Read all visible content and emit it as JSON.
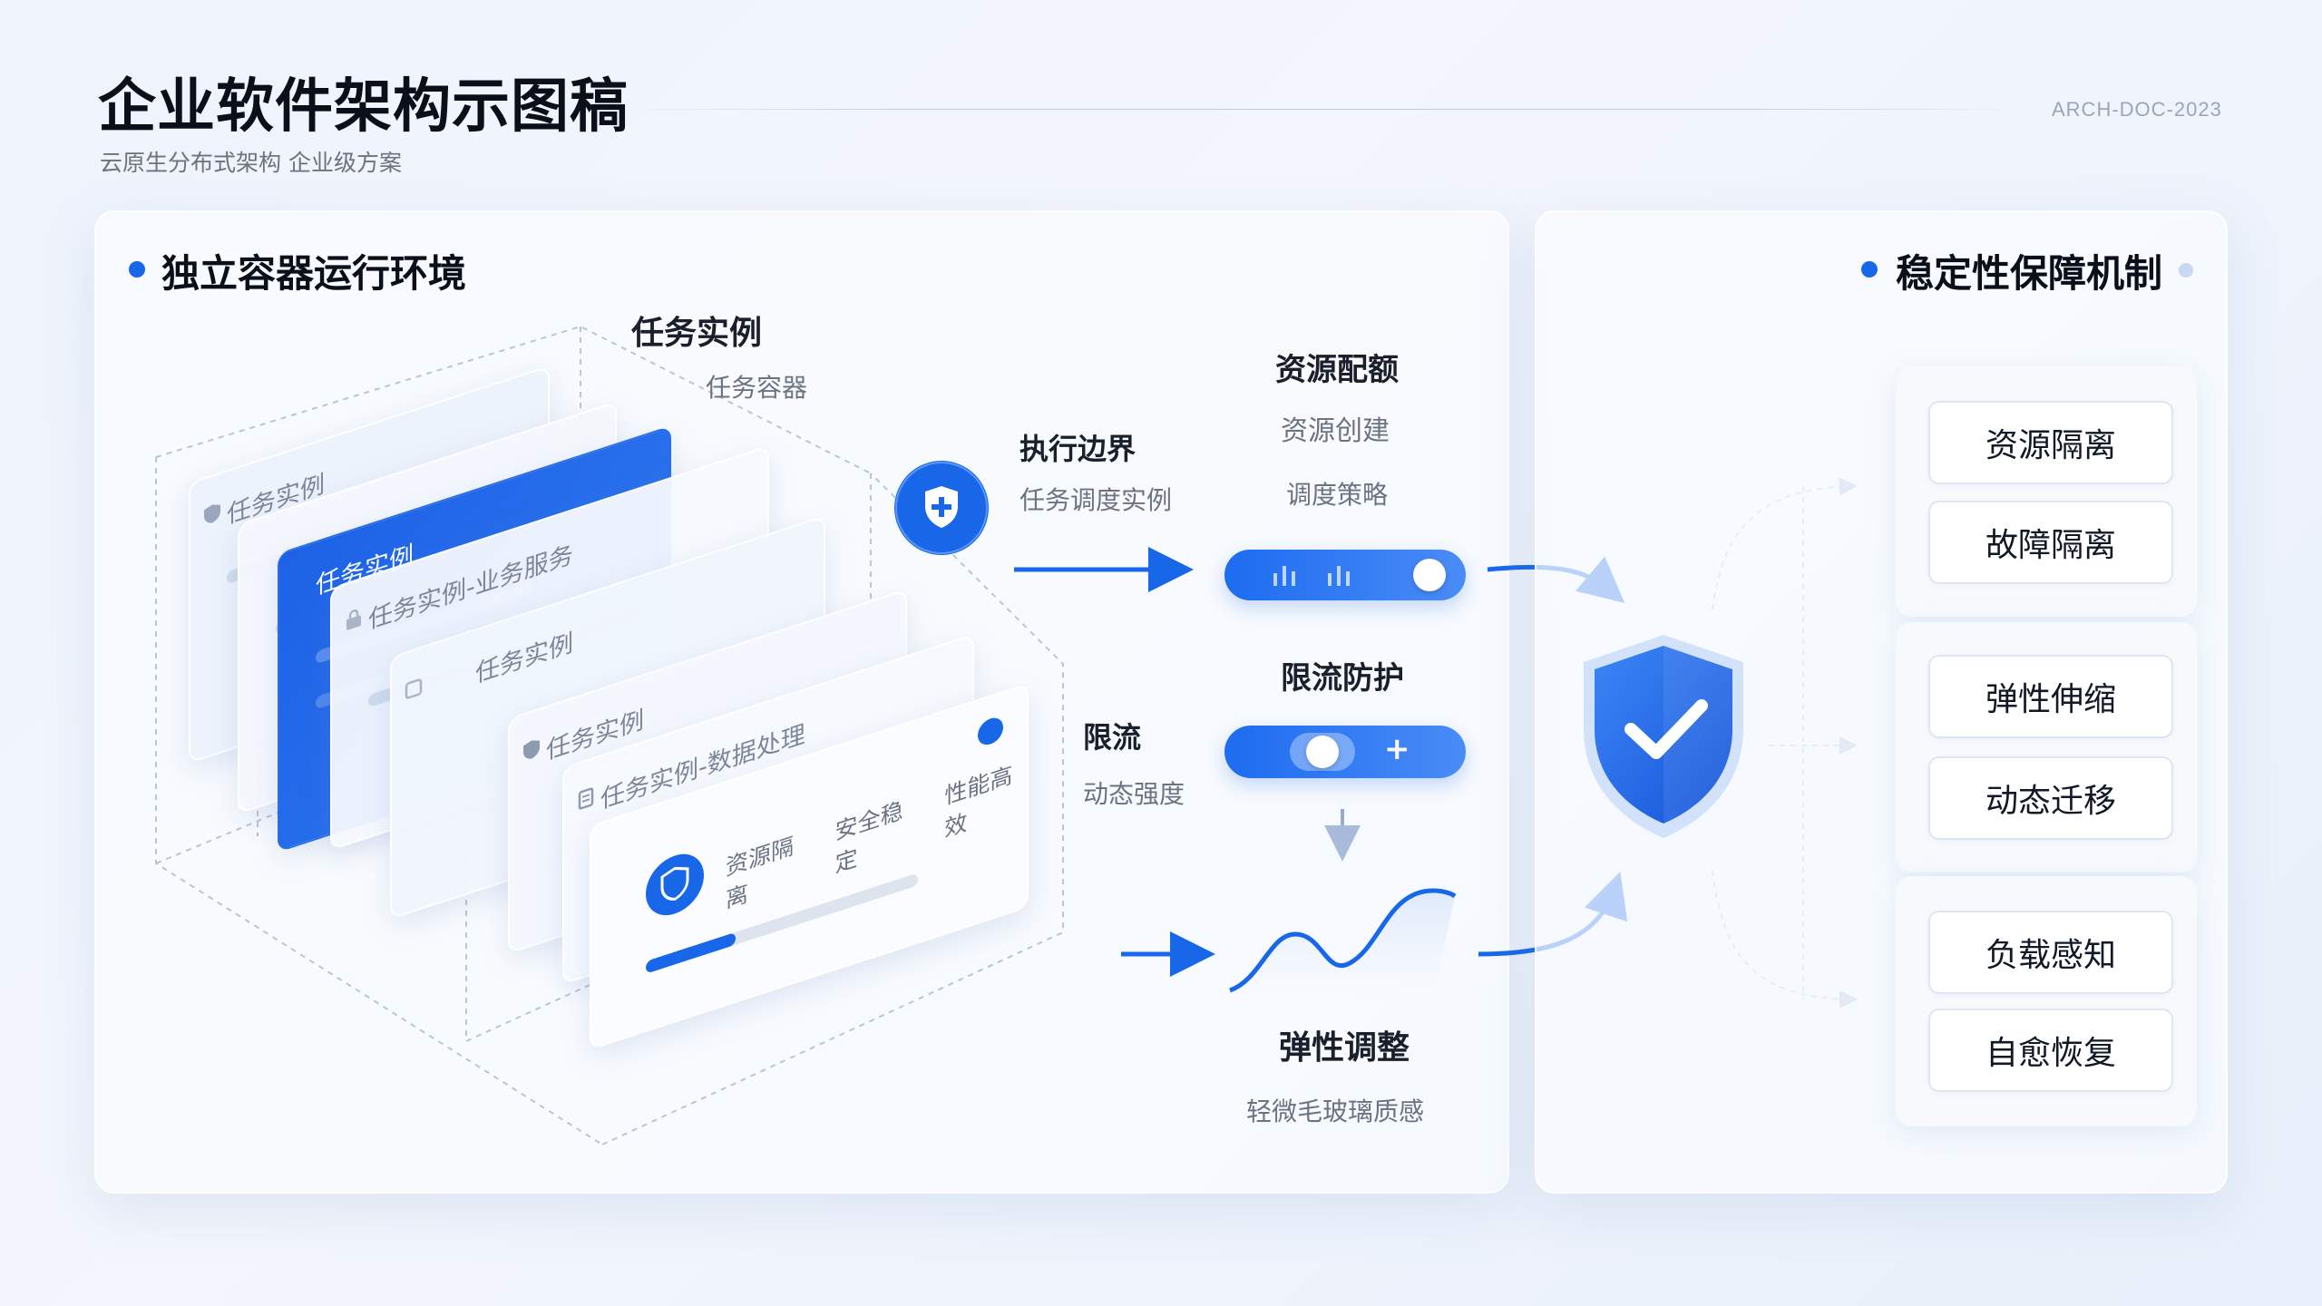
{
  "header": {
    "title": "企业软件架构示图稿",
    "subtitle": "云原生分布式架构 企业级方案",
    "doc_id": "ARCH-DOC-2023"
  },
  "left_panel": {
    "title": "独立容器运行环境",
    "task_instance_label": "任务实例",
    "task_container_label": "任务容器",
    "cards": [
      "任务实例",
      "任务实例",
      "任务实例-业务服务",
      "任务实例",
      "任务实例",
      "任务实例-数据处理"
    ],
    "front_card_tags": [
      "资源隔离",
      "安全稳定",
      "性能高效"
    ],
    "front_card_progress": 0.33,
    "exec_boundary": {
      "title": "执行边界",
      "sub": "任务调度实例"
    },
    "resource_quota": {
      "title": "资源配额",
      "line1": "资源创建",
      "line2": "调度策略"
    },
    "rate_limit_side": {
      "title": "限流",
      "sub": "动态强度"
    },
    "rate_limit_protect": {
      "title": "限流防护",
      "plus": "+"
    },
    "elastic": {
      "title": "弹性调整",
      "sub": "轻微毛玻璃质感"
    }
  },
  "right_panel": {
    "title": "稳定性保障机制",
    "groups": [
      [
        "资源隔离",
        "故障隔离"
      ],
      [
        "弹性伸缩",
        "动态迁移"
      ],
      [
        "负载感知",
        "自愈恢复"
      ]
    ]
  },
  "colors": {
    "accent": "#1767e8",
    "accent_light": "#4a8cf7",
    "text_dark": "#0b0f1a",
    "text_muted": "#6b7383"
  },
  "icons": [
    "shield-plus-icon",
    "shield-check-icon",
    "bar-chart-icon",
    "arrow-icon",
    "wave-icon"
  ]
}
